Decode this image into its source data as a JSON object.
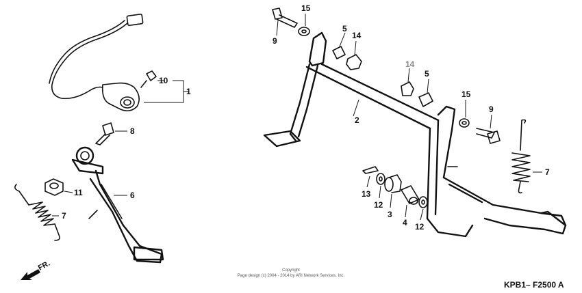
{
  "diagram": {
    "callouts": [
      {
        "id": "c1",
        "label": "1"
      },
      {
        "id": "c10",
        "label": "10"
      },
      {
        "id": "c8",
        "label": "8"
      },
      {
        "id": "c11",
        "label": "11"
      },
      {
        "id": "c6",
        "label": "6"
      },
      {
        "id": "c7a",
        "label": "7"
      },
      {
        "id": "c9a",
        "label": "9"
      },
      {
        "id": "c15a",
        "label": "15"
      },
      {
        "id": "c5a",
        "label": "5"
      },
      {
        "id": "c14a",
        "label": "14"
      },
      {
        "id": "c2",
        "label": "2"
      },
      {
        "id": "c14b",
        "label": "14"
      },
      {
        "id": "c5b",
        "label": "5"
      },
      {
        "id": "c15b",
        "label": "15"
      },
      {
        "id": "c9b",
        "label": "9"
      },
      {
        "id": "c7b",
        "label": "7"
      },
      {
        "id": "c13",
        "label": "13"
      },
      {
        "id": "c12a",
        "label": "12"
      },
      {
        "id": "c3",
        "label": "3"
      },
      {
        "id": "c4",
        "label": "4"
      },
      {
        "id": "c12b",
        "label": "12"
      }
    ],
    "front_indicator": "FR.",
    "copyright_line1": "Copyright",
    "copyright_line2": "Page design (c) 2004 - 2014 by ARI Network Services, Inc.",
    "diagram_code": "KPB1– F2500 A"
  }
}
